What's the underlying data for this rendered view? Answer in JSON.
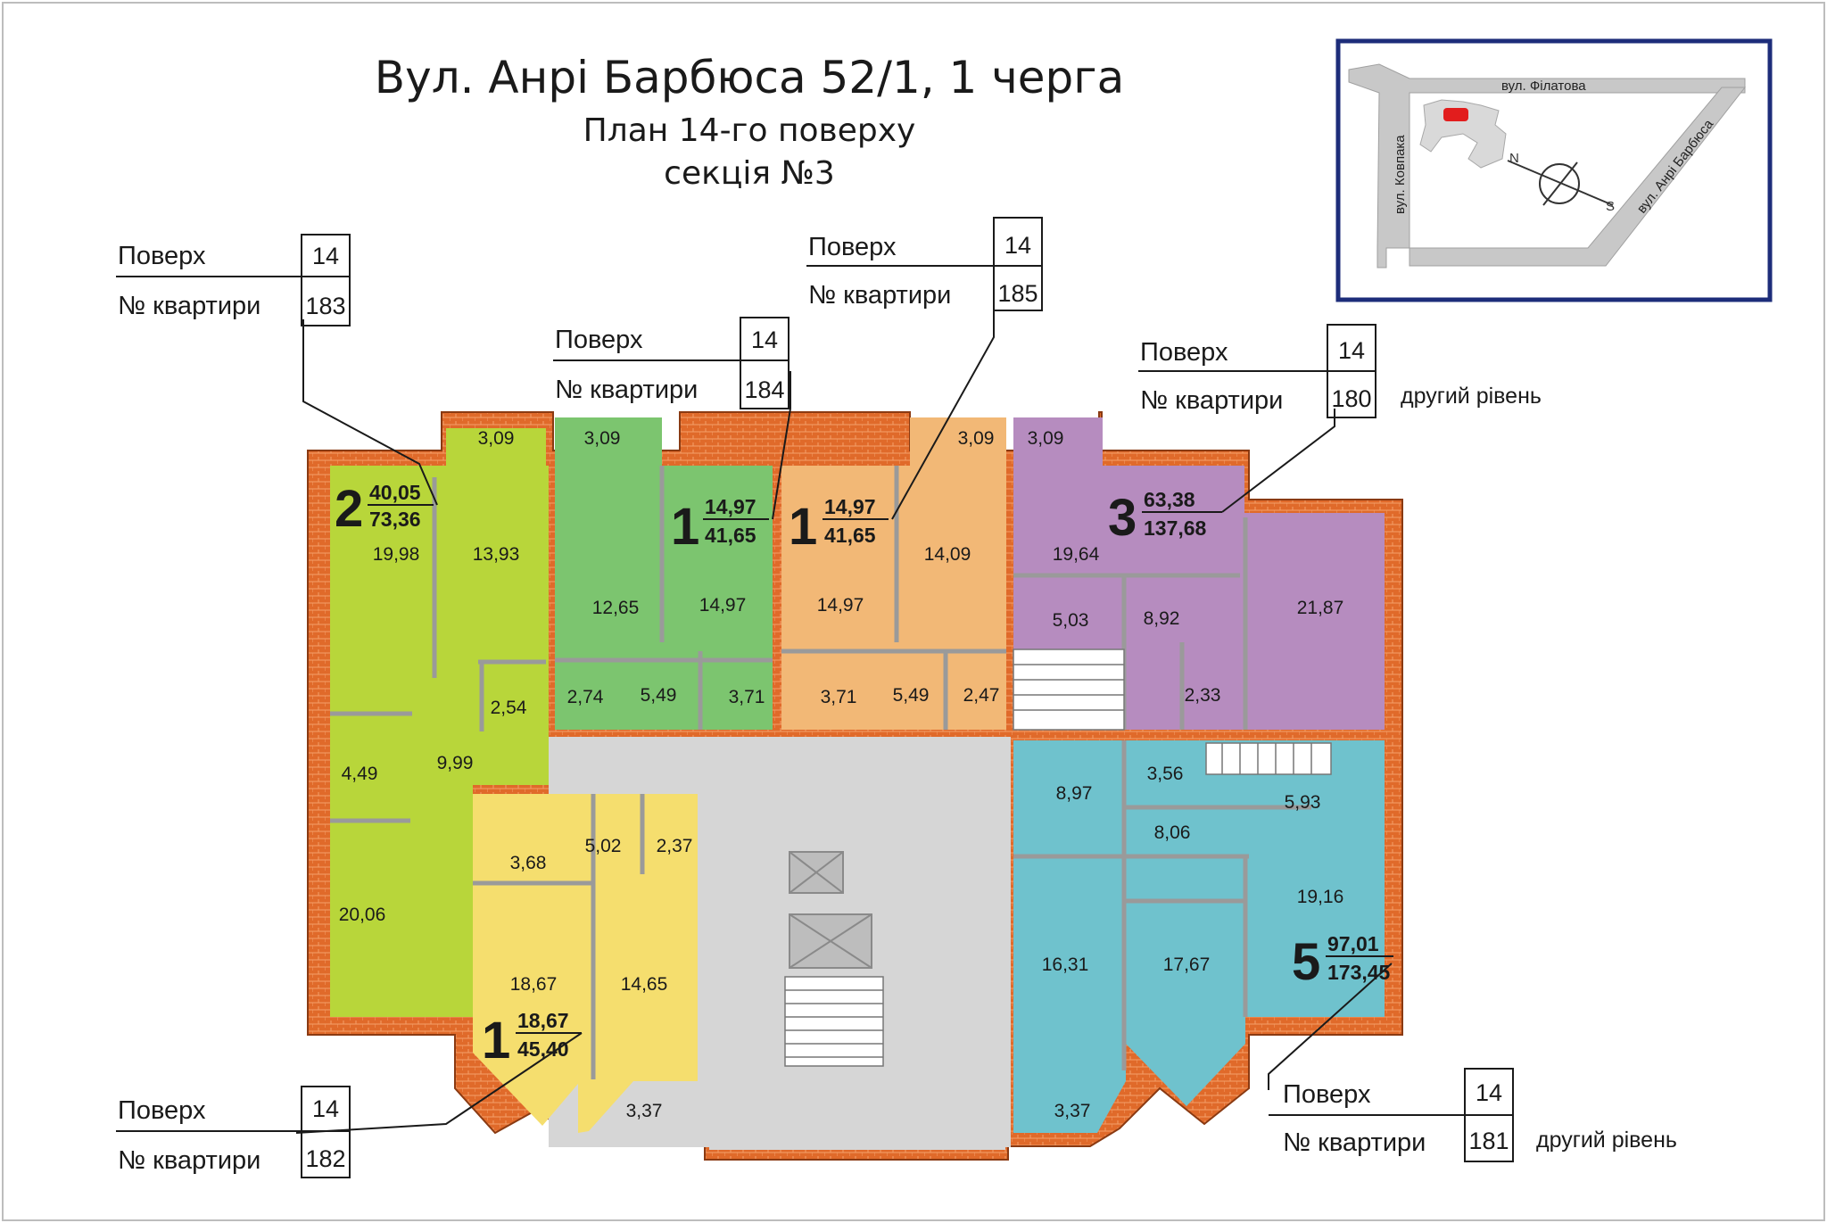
{
  "title": {
    "line1": "Вул. Анрі Барбюса 52/1, 1 черга",
    "line2": "План 14-го поверху",
    "line3": "секція №3"
  },
  "labels": {
    "floor": "Поверх",
    "apartment": "№ квартири",
    "second_level": "другий рівень"
  },
  "map": {
    "street_filatova": "вул. Філатова",
    "street_kovpaka": "вул. Ковпака",
    "street_barbusa": "вул. Анрі Барбюса",
    "north": "N",
    "south": "S"
  },
  "callouts": [
    {
      "floor": "14",
      "apartment": "183",
      "second_level": false
    },
    {
      "floor": "14",
      "apartment": "184",
      "second_level": false
    },
    {
      "floor": "14",
      "apartment": "185",
      "second_level": false
    },
    {
      "floor": "14",
      "apartment": "180",
      "second_level": true
    },
    {
      "floor": "14",
      "apartment": "182",
      "second_level": false
    },
    {
      "floor": "14",
      "apartment": "181",
      "second_level": true
    }
  ],
  "apartments": [
    {
      "rooms": "2",
      "living": "40,05",
      "total": "73,36",
      "color": "#b8d63a"
    },
    {
      "rooms": "1",
      "living": "14,97",
      "total": "41,65",
      "color": "#7cc56f"
    },
    {
      "rooms": "1",
      "living": "14,97",
      "total": "41,65",
      "color": "#f2b876"
    },
    {
      "rooms": "3",
      "living": "63,38",
      "total": "137,68",
      "color": "#b68cbf"
    },
    {
      "rooms": "1",
      "living": "18,67",
      "total": "45,40",
      "color": "#f5de6e"
    },
    {
      "rooms": "5",
      "living": "97,01",
      "total": "173,45",
      "color": "#6fc2cd"
    }
  ],
  "rooms": {
    "a183": [
      "3,09",
      "19,98",
      "13,93",
      "2,54",
      "4,49",
      "9,99",
      "20,06"
    ],
    "a184": [
      "3,09",
      "12,65",
      "14,97",
      "2,74",
      "5,49",
      "3,71"
    ],
    "a185": [
      "3,09",
      "14,97",
      "14,09",
      "3,71",
      "5,49",
      "2,47"
    ],
    "a180": [
      "3,09",
      "19,64",
      "5,03",
      "8,92",
      "2,33",
      "21,87"
    ],
    "a182": [
      "3,68",
      "5,02",
      "2,37",
      "18,67",
      "14,65",
      "3,37"
    ],
    "a181": [
      "3,56",
      "8,97",
      "8,06",
      "5,93",
      "19,16",
      "16,31",
      "17,67",
      "3,37"
    ]
  },
  "colors": {
    "brick": "#e06a2a",
    "common": "#d6d6d6",
    "map_border": "#1d2d7a",
    "text": "#1a1a1a"
  }
}
